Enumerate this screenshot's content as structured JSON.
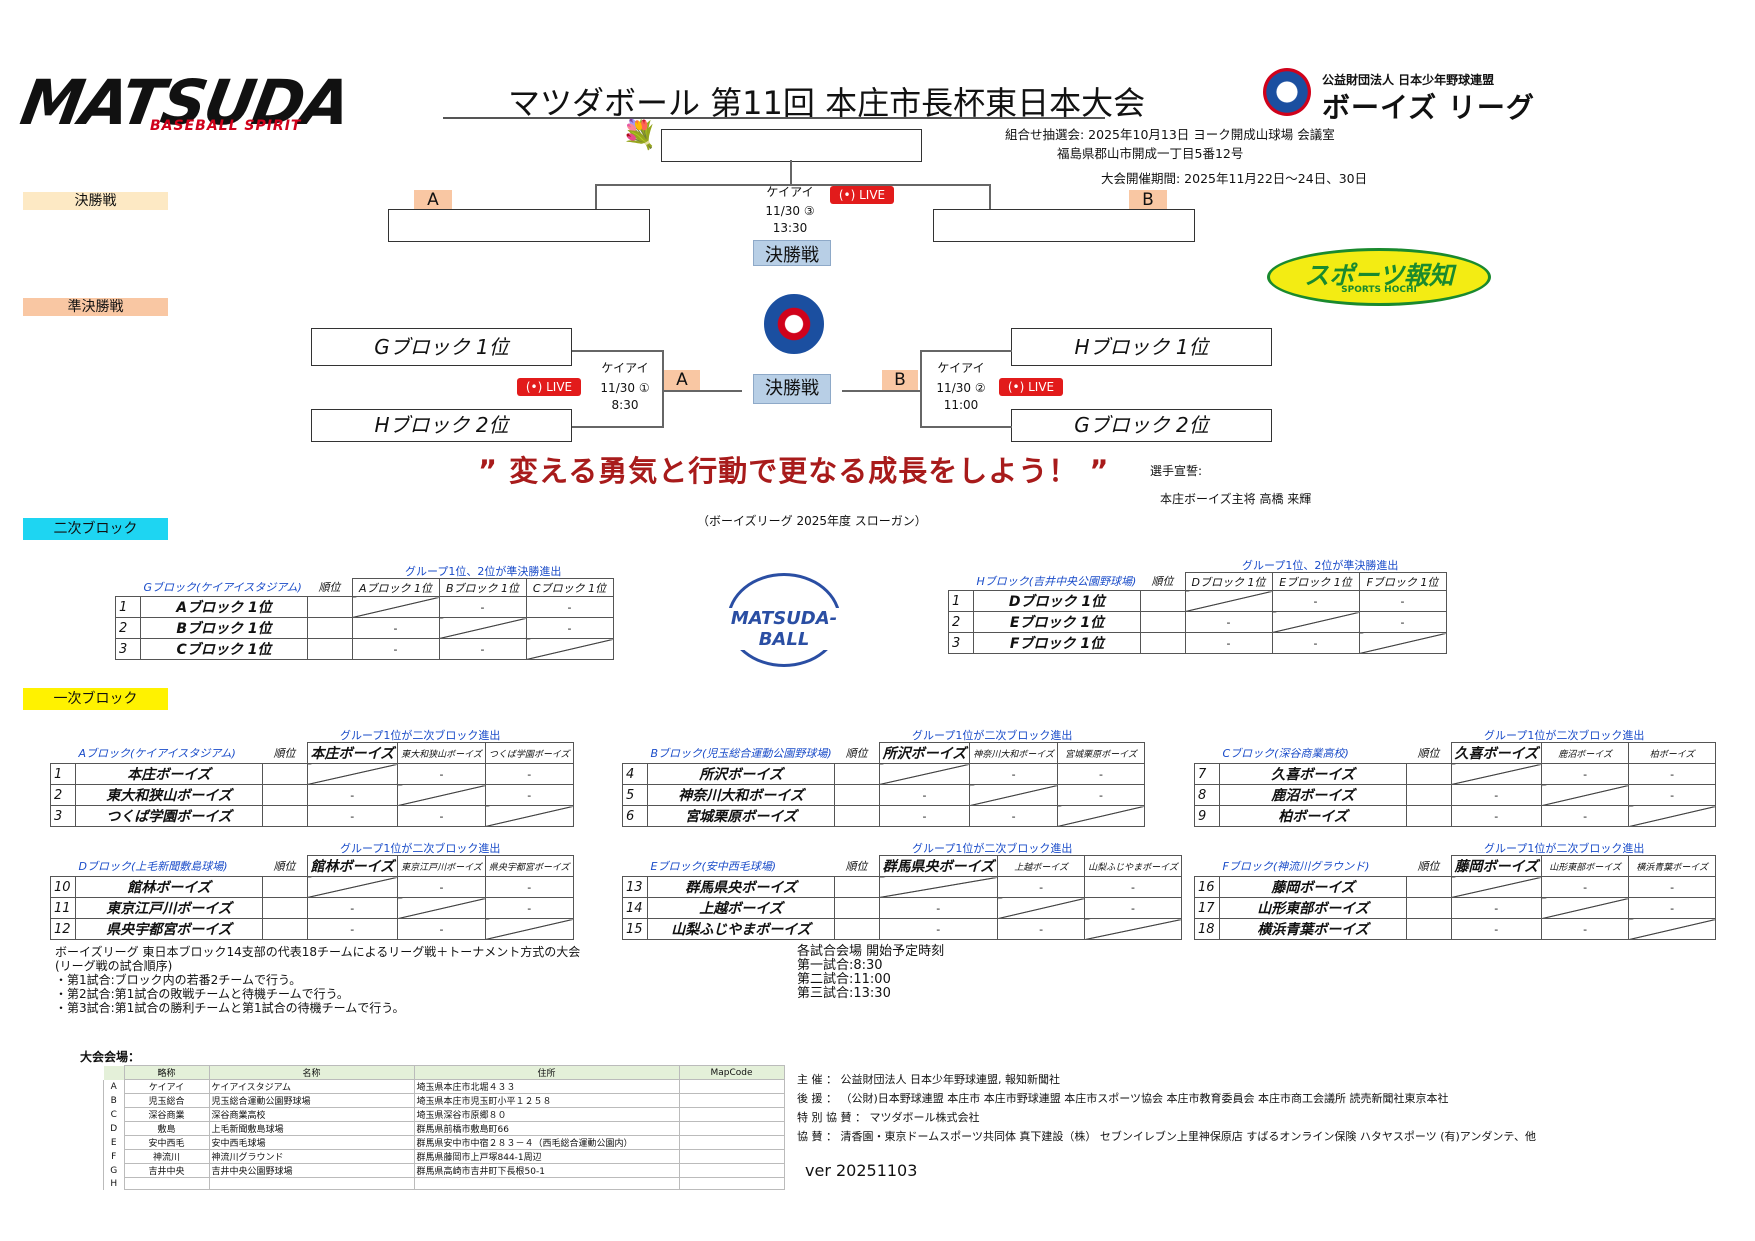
{
  "header": {
    "logo_text": "MATSUDA",
    "logo_sub": "BASEBALL SPIRIT",
    "title": "マツダボール  第11回  本庄市長杯東日本大会",
    "org_sub": "公益財団法人 日本少年野球連盟",
    "org_main": "ボーイズ リーグ",
    "draw_info": "組合せ抽選会:  2025年10月13日  ヨーク開成山球場  会議室",
    "draw_address": "福島県郡山市開成一丁目5番12号",
    "period": "大会開催期間:  2025年11月22日～24日、30日"
  },
  "stages": {
    "final": "決勝戦",
    "semifinal": "準決勝戦",
    "second_block": "二次ブロック",
    "first_block": "一次ブロック"
  },
  "final_match": {
    "venue": "ケイアイ",
    "date": "11/30 ③",
    "time": "13:30",
    "live": "LIVE",
    "label": "決勝戦",
    "tag_a": "A",
    "tag_b": "B"
  },
  "semis": {
    "left_top": "Gブロック  1位",
    "left_bottom": "Hブロック 2位",
    "right_top": "Hブロック 1位",
    "right_bottom": "Gブロック 2位",
    "left_venue": "ケイアイ",
    "left_date": "11/30 ①",
    "left_time": "8:30",
    "right_venue": "ケイアイ",
    "right_date": "11/30 ②",
    "right_time": "11:00",
    "live": "LIVE",
    "tag_a": "A",
    "tag_b": "B",
    "center_label": "決勝戦"
  },
  "slogan": {
    "text": "” 変える勇気と行動で更なる成長をしよう！ ”",
    "sub": "（ボーイズリーグ  2025年度 スローガン）",
    "oath_label": "選手宣誓:",
    "oath_person": "本庄ボーイズ主将  高橋  来輝"
  },
  "sponsor_logo": {
    "main": "スポーツ報知",
    "sub": "SPORTS HOCHI"
  },
  "mball_logo": "MATSUDA-BALL",
  "second_groups": [
    {
      "advance": "グループ1位、2位が準決勝進出",
      "name": "Gブロック(ケイアイスタジアム)",
      "rank": "順位",
      "cols": [
        "Aブロック 1位",
        "Bブロック 1位",
        "Cブロック 1位"
      ],
      "rows": [
        {
          "no": "1",
          "team": "Aブロック 1位"
        },
        {
          "no": "2",
          "team": "Bブロック 1位"
        },
        {
          "no": "3",
          "team": "Cブロック 1位"
        }
      ],
      "dash": "-"
    },
    {
      "advance": "グループ1位、2位が準決勝進出",
      "name": "Hブロック(吉井中央公園野球場)",
      "rank": "順位",
      "cols": [
        "Dブロック 1位",
        "Eブロック 1位",
        "Fブロック 1位"
      ],
      "rows": [
        {
          "no": "1",
          "team": "Dブロック 1位"
        },
        {
          "no": "2",
          "team": "Eブロック 1位"
        },
        {
          "no": "3",
          "team": "Fブロック 1位"
        }
      ],
      "dash": "-"
    }
  ],
  "first_groups": [
    {
      "advance": "グループ1位が二次ブロック進出",
      "name": "Aブロック(ケイアイスタジアム)",
      "rank": "順位",
      "cols": [
        "本庄ボーイズ",
        "東大和狭山ボーイズ",
        "つくば学園ボーイズ"
      ],
      "rows": [
        {
          "no": "1",
          "team": "本庄ボーイズ"
        },
        {
          "no": "2",
          "team": "東大和狭山ボーイズ"
        },
        {
          "no": "3",
          "team": "つくば学園ボーイズ"
        }
      ],
      "dash": "-"
    },
    {
      "advance": "グループ1位が二次ブロック進出",
      "name": "Bブロック(児玉総合運動公園野球場)",
      "rank": "順位",
      "cols": [
        "所沢ボーイズ",
        "神奈川大和ボーイズ",
        "宮城栗原ボーイズ"
      ],
      "rows": [
        {
          "no": "4",
          "team": "所沢ボーイズ"
        },
        {
          "no": "5",
          "team": "神奈川大和ボーイズ"
        },
        {
          "no": "6",
          "team": "宮城栗原ボーイズ"
        }
      ],
      "dash": "-"
    },
    {
      "advance": "グループ1位が二次ブロック進出",
      "name": "Cブロック(深谷商業高校)",
      "rank": "順位",
      "cols": [
        "久喜ボーイズ",
        "鹿沼ボーイズ",
        "柏ボーイズ"
      ],
      "rows": [
        {
          "no": "7",
          "team": "久喜ボーイズ"
        },
        {
          "no": "8",
          "team": "鹿沼ボーイズ"
        },
        {
          "no": "9",
          "team": "柏ボーイズ"
        }
      ],
      "dash": "-"
    },
    {
      "advance": "グループ1位が二次ブロック進出",
      "name": "Dブロック(上毛新聞敷島球場)",
      "rank": "順位",
      "cols": [
        "館林ボーイズ",
        "東京江戸川ボーイズ",
        "県央宇都宮ボーイズ"
      ],
      "rows": [
        {
          "no": "10",
          "team": "館林ボーイズ"
        },
        {
          "no": "11",
          "team": "東京江戸川ボーイズ"
        },
        {
          "no": "12",
          "team": "県央宇都宮ボーイズ"
        }
      ],
      "dash": "-"
    },
    {
      "advance": "グループ1位が二次ブロック進出",
      "name": "Eブロック(安中西毛球場)",
      "rank": "順位",
      "cols": [
        "群馬県央ボーイズ",
        "上越ボーイズ",
        "山梨ふじやまボーイズ"
      ],
      "rows": [
        {
          "no": "13",
          "team": "群馬県央ボーイズ"
        },
        {
          "no": "14",
          "team": "上越ボーイズ"
        },
        {
          "no": "15",
          "team": "山梨ふじやまボーイズ"
        }
      ],
      "dash": "-"
    },
    {
      "advance": "グループ1位が二次ブロック進出",
      "name": "Fブロック(神流川グラウンド)",
      "rank": "順位",
      "cols": [
        "藤岡ボーイズ",
        "山形東部ボーイズ",
        "横浜青葉ボーイズ"
      ],
      "rows": [
        {
          "no": "16",
          "team": "藤岡ボーイズ"
        },
        {
          "no": "17",
          "team": "山形東部ボーイズ"
        },
        {
          "no": "18",
          "team": "横浜青葉ボーイズ"
        }
      ],
      "dash": "-"
    }
  ],
  "notes": {
    "line1": "ボーイズリーグ  東日本ブロック14支部の代表18チームによるリーグ戦＋トーナメント方式の大会",
    "line2": "(リーグ戦の試合順序)",
    "line3": "・第1試合:ブロック内の若番2チームで行う。",
    "line4": "・第2試合:第1試合の敗戦チームと待機チームで行う。",
    "line5": "・第3試合:第1試合の勝利チームと第1試合の待機チームで行う。"
  },
  "schedule": {
    "title": "各試合会場  開始予定時刻",
    "g1": "第一試合:8:30",
    "g2": "第二試合:11:00",
    "g3": "第三試合:13:30"
  },
  "venues": {
    "title": "大会会場：",
    "headers": [
      "略称",
      "名称",
      "住所",
      "MapCode"
    ],
    "rows": [
      {
        "key": "A",
        "abbr": "ケイアイ",
        "name": "ケイアイスタジアム",
        "addr": "埼玉県本庄市北堀４３３",
        "map": ""
      },
      {
        "key": "B",
        "abbr": "児玉総合",
        "name": "児玉総合運動公園野球場",
        "addr": "埼玉県本庄市児玉町小平１２５８",
        "map": ""
      },
      {
        "key": "C",
        "abbr": "深谷商業",
        "name": "深谷商業高校",
        "addr": "埼玉県深谷市原郷８０",
        "map": ""
      },
      {
        "key": "D",
        "abbr": "敷島",
        "name": "上毛新聞敷島球場",
        "addr": "群馬県前橋市敷島町66",
        "map": ""
      },
      {
        "key": "E",
        "abbr": "安中西毛",
        "name": "安中西毛球場",
        "addr": "群馬県安中市中宿２８３－４（西毛総合運動公園内）",
        "map": ""
      },
      {
        "key": "F",
        "abbr": "神流川",
        "name": "神流川グラウンド",
        "addr": "群馬県藤岡市上戸塚844-1周辺",
        "map": ""
      },
      {
        "key": "G",
        "abbr": "吉井中央",
        "name": "吉井中央公園野球場",
        "addr": "群馬県高崎市吉井町下長根50-1",
        "map": ""
      },
      {
        "key": "H",
        "abbr": "",
        "name": "",
        "addr": "",
        "map": ""
      }
    ]
  },
  "sponsors": {
    "host": "主          催  ：  公益財団法人 日本少年野球連盟, 報知新聞社",
    "support": "後          援  ：  （公財)日本野球連盟  本庄市  本庄市野球連盟  本庄市スポーツ協会  本庄市教育委員会  本庄市商工会議所  読売新聞社東京本社",
    "special": "特  別  協  賛  ：  マツダボール株式会社",
    "coop": "協          賛  ：  清香園・東京ドームスポーツ共同体  真下建設（株）  セブンイレブン上里神保原店  すばるオンライン保険  ハタヤスポーツ  (有)アンダンテ、他"
  },
  "version": "ver 20251103"
}
